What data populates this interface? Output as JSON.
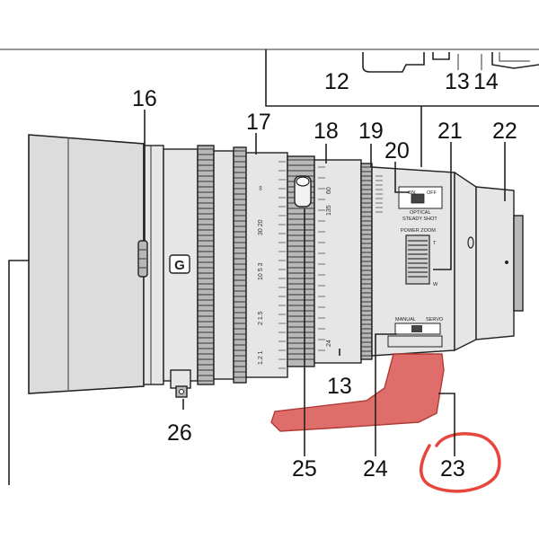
{
  "callouts": {
    "c12": "12",
    "c13_top": "13",
    "c14": "14",
    "c16": "16",
    "c17": "17",
    "c18": "18",
    "c19": "19",
    "c20": "20",
    "c21": "21",
    "c22": "22",
    "c13_bottom": "13",
    "c23": "23",
    "c24": "24",
    "c25": "25",
    "c26": "26"
  },
  "lens_labels": {
    "g_logo": "G",
    "steady_on": "ON",
    "steady_off": "OFF",
    "steady_line1": "OPTICAL",
    "steady_line2": "STEADY SHOT",
    "power_zoom": "POWER ZOOM",
    "zoom_t": "T",
    "zoom_w": "W",
    "manual": "MANUAL",
    "servo": "SERVO"
  },
  "colors": {
    "highlight": "#d9534f",
    "circle_mark": "#e8453c"
  }
}
